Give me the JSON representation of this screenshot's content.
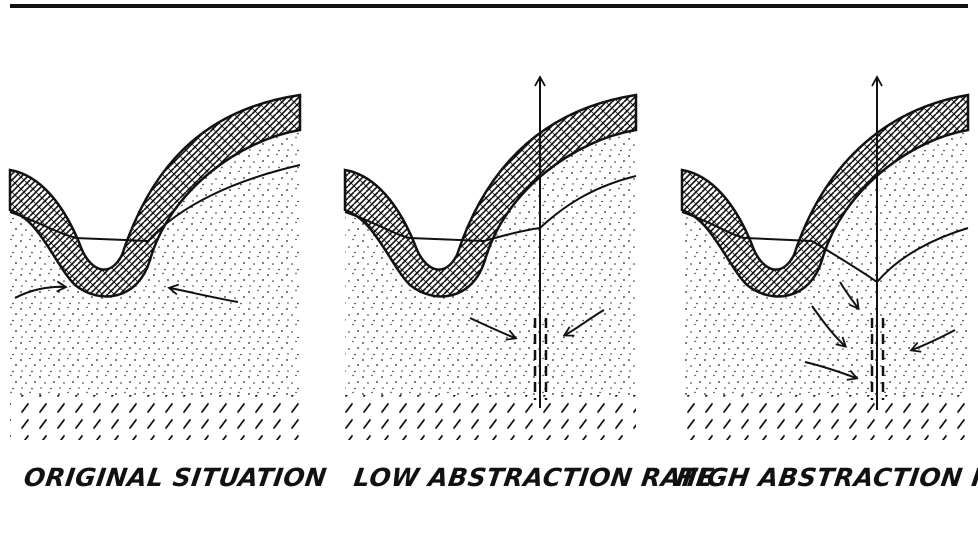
{
  "panels": [
    {
      "caption": "ORIGINAL SITUATION"
    },
    {
      "caption": "LOW ABSTRACTION RATE"
    },
    {
      "caption": "HIGH ABSTRACTION RATE"
    }
  ]
}
